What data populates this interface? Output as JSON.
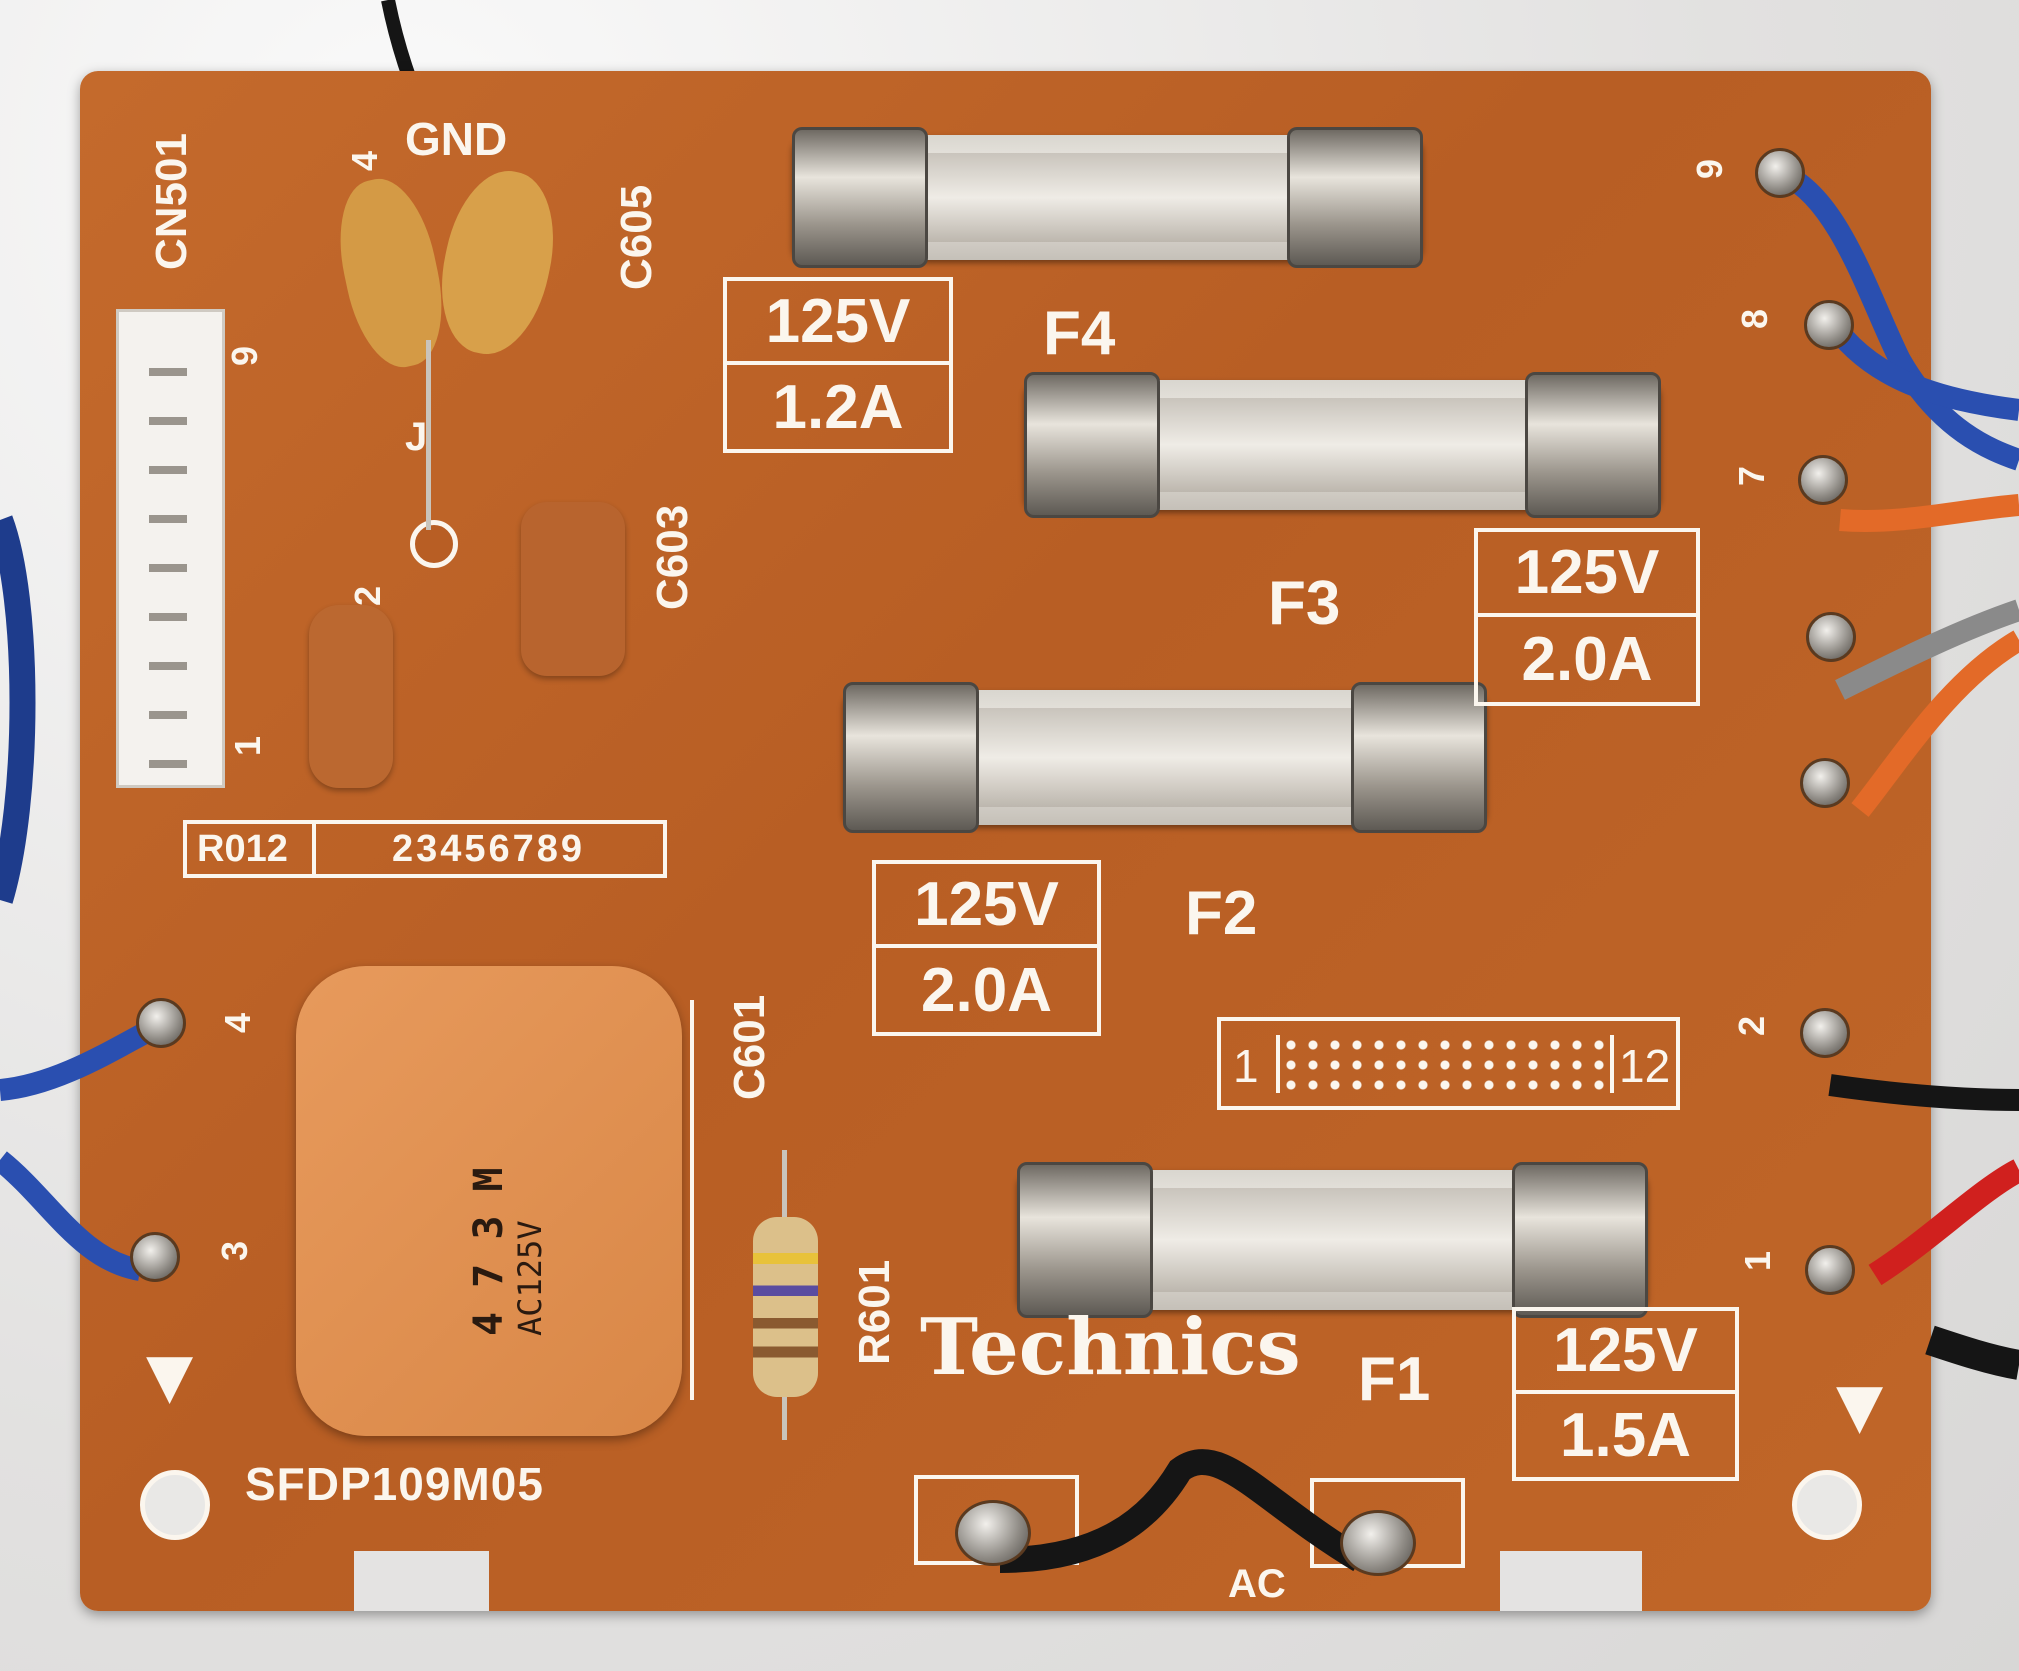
{
  "board": {
    "brand": "Technics",
    "part_number": "SFDP109M05",
    "connector": {
      "label": "CN501",
      "pin_first": "1",
      "pin_last": "9"
    },
    "gnd_label": "GND",
    "jumper_label": "J",
    "ac_label": "AC",
    "resistor_code": "R012",
    "resistor_digits": "23456789",
    "components": {
      "c605": "C605",
      "c603": "C603",
      "c601": "C601",
      "r601": "R601",
      "c605_pin": "4",
      "c603_pin": "2"
    },
    "film_cap_marking": {
      "line1": "4 7 3 M",
      "line2": "AC125V"
    },
    "ribbon_connector": {
      "start": "1",
      "end": "12"
    },
    "fuses": [
      {
        "name": "F4",
        "voltage": "125V",
        "current": "1.2A"
      },
      {
        "name": "F3",
        "voltage": "125V",
        "current": "2.0A"
      },
      {
        "name": "F2",
        "voltage": "125V",
        "current": "2.0A"
      },
      {
        "name": "F1",
        "voltage": "125V",
        "current": "1.5A"
      }
    ],
    "right_pins": [
      "9",
      "8",
      "7",
      "2",
      "1"
    ],
    "left_pins": [
      "4",
      "3"
    ]
  },
  "colors": {
    "board": "#c06628",
    "silkscreen": "#fbf6ee",
    "wire_blue": "#2a4fb0",
    "wire_orange": "#e36a28",
    "wire_red": "#d0201e",
    "wire_black": "#151515",
    "wire_gray": "#8a8a8a"
  }
}
